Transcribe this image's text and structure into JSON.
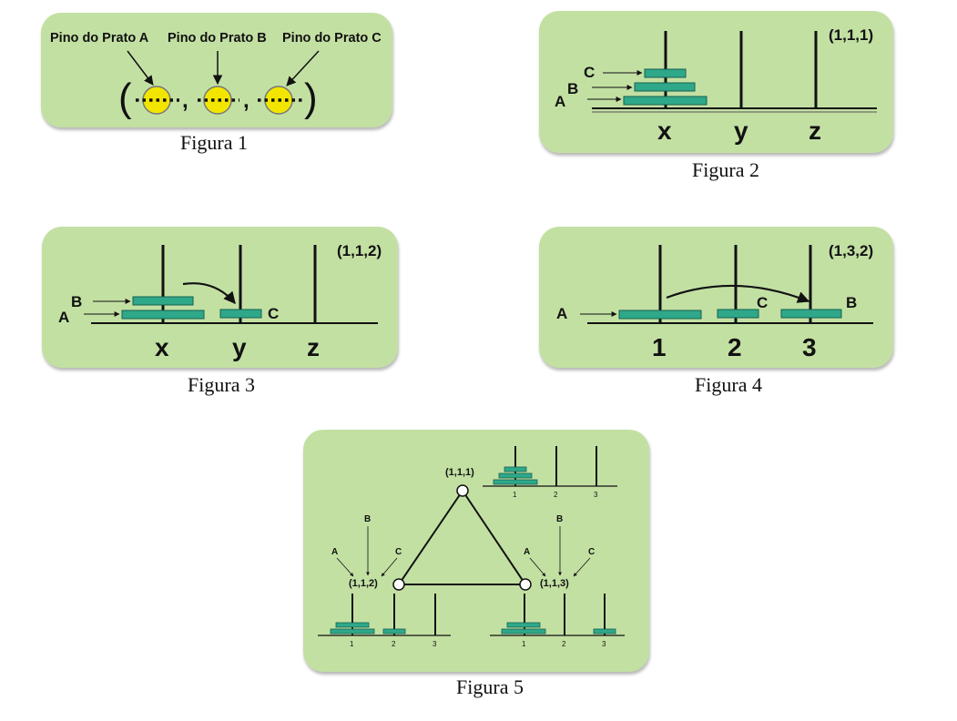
{
  "fig1": {
    "caption": "Figura 1",
    "pin_a": "Pino do Prato A",
    "pin_b": "Pino do Prato B",
    "pin_c": "Pino do Prato C",
    "open_paren": "(",
    "close_paren": ")",
    "comma": ","
  },
  "fig2": {
    "caption": "Figura 2",
    "state": "(1,1,1)",
    "disk_a": "A",
    "disk_b": "B",
    "disk_c": "C",
    "peg_x": "x",
    "peg_y": "y",
    "peg_z": "z"
  },
  "fig3": {
    "caption": "Figura 3",
    "state": "(1,1,2)",
    "disk_a": "A",
    "disk_b": "B",
    "disk_c": "C",
    "peg_x": "x",
    "peg_y": "y",
    "peg_z": "z"
  },
  "fig4": {
    "caption": "Figura 4",
    "state": "(1,3,2)",
    "disk_a": "A",
    "disk_b": "B",
    "disk_c": "C",
    "peg_1": "1",
    "peg_2": "2",
    "peg_3": "3"
  },
  "fig5": {
    "caption": "Figura 5",
    "node_top": "(1,1,1)",
    "node_left": "(1,1,2)",
    "node_right": "(1,1,3)",
    "left_a": "A",
    "left_b": "B",
    "left_c": "C",
    "right_a": "A",
    "right_b": "B",
    "right_c": "C",
    "peg_1": "1",
    "peg_2": "2",
    "peg_3": "3"
  },
  "colors": {
    "panel": "#c3e0a3",
    "disk": "#2fa88a",
    "pin_circle": "#f2e600"
  }
}
